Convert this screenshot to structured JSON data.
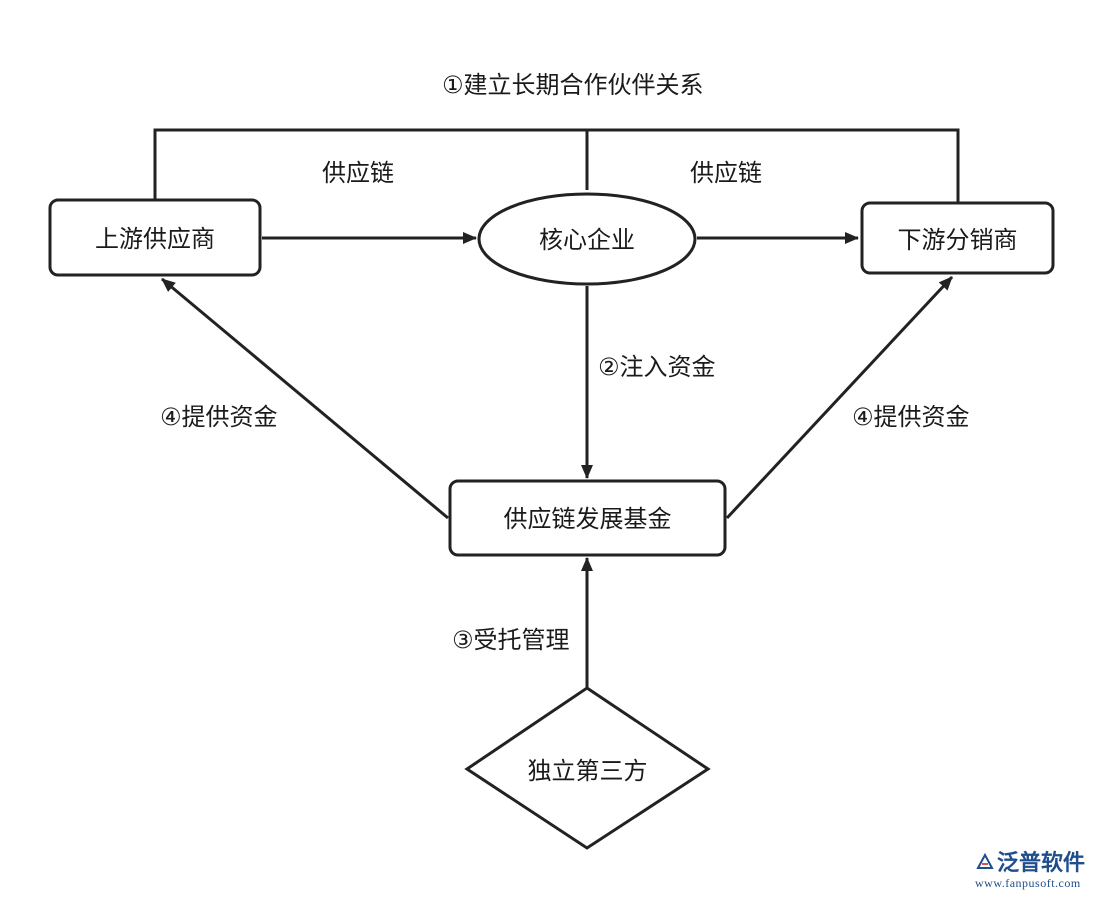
{
  "top_relation": "①建立长期合作伙伴关系",
  "supply_chain_left": "供应链",
  "supply_chain_right": "供应链",
  "nodes": {
    "upstream": "上游供应商",
    "core": "核心企业",
    "downstream": "下游分销商",
    "fund": "供应链发展基金",
    "third_party": "独立第三方"
  },
  "edges": {
    "inject_capital": "②注入资金",
    "provide_left": "④提供资金",
    "provide_right": "④提供资金",
    "trust_management": "③受托管理"
  },
  "watermark": {
    "brand": "泛普软件",
    "url": "www.fanpusoft.com",
    "color": "#1f4e8c"
  }
}
